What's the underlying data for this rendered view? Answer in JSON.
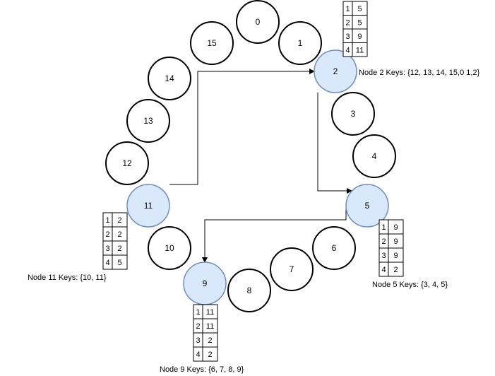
{
  "colors": {
    "node_stroke": "#000000",
    "active_fill": "#dae8fc",
    "active_stroke": "#6c8ebf",
    "edge": "#000000"
  },
  "ring_nodes": [
    {
      "id": "0",
      "active": false
    },
    {
      "id": "1",
      "active": false
    },
    {
      "id": "2",
      "active": true
    },
    {
      "id": "3",
      "active": false
    },
    {
      "id": "4",
      "active": false
    },
    {
      "id": "5",
      "active": true
    },
    {
      "id": "6",
      "active": false
    },
    {
      "id": "7",
      "active": false
    },
    {
      "id": "8",
      "active": false
    },
    {
      "id": "9",
      "active": true
    },
    {
      "id": "10",
      "active": false
    },
    {
      "id": "11",
      "active": true
    },
    {
      "id": "12",
      "active": false
    },
    {
      "id": "13",
      "active": false
    },
    {
      "id": "14",
      "active": false
    },
    {
      "id": "15",
      "active": false
    }
  ],
  "finger_tables": {
    "node2": [
      [
        "1",
        "5"
      ],
      [
        "2",
        "5"
      ],
      [
        "3",
        "9"
      ],
      [
        "4",
        "11"
      ]
    ],
    "node5": [
      [
        "1",
        "9"
      ],
      [
        "2",
        "9"
      ],
      [
        "3",
        "9"
      ],
      [
        "4",
        "2"
      ]
    ],
    "node9": [
      [
        "1",
        "11"
      ],
      [
        "2",
        "11"
      ],
      [
        "3",
        "2"
      ],
      [
        "4",
        "2"
      ]
    ],
    "node11": [
      [
        "1",
        "2"
      ],
      [
        "2",
        "2"
      ],
      [
        "3",
        "2"
      ],
      [
        "4",
        "5"
      ]
    ]
  },
  "key_labels": {
    "node2": "Node 2 Keys: {12, 13, 14, 15,0 1,2}",
    "node5": "Node 5 Keys: {3, 4, 5}",
    "node9": "Node 9 Keys: {6, 7, 8, 9}",
    "node11": "Node 11 Keys: {10, 11}"
  },
  "lookup_path": [
    "11",
    "2",
    "5",
    "9"
  ]
}
